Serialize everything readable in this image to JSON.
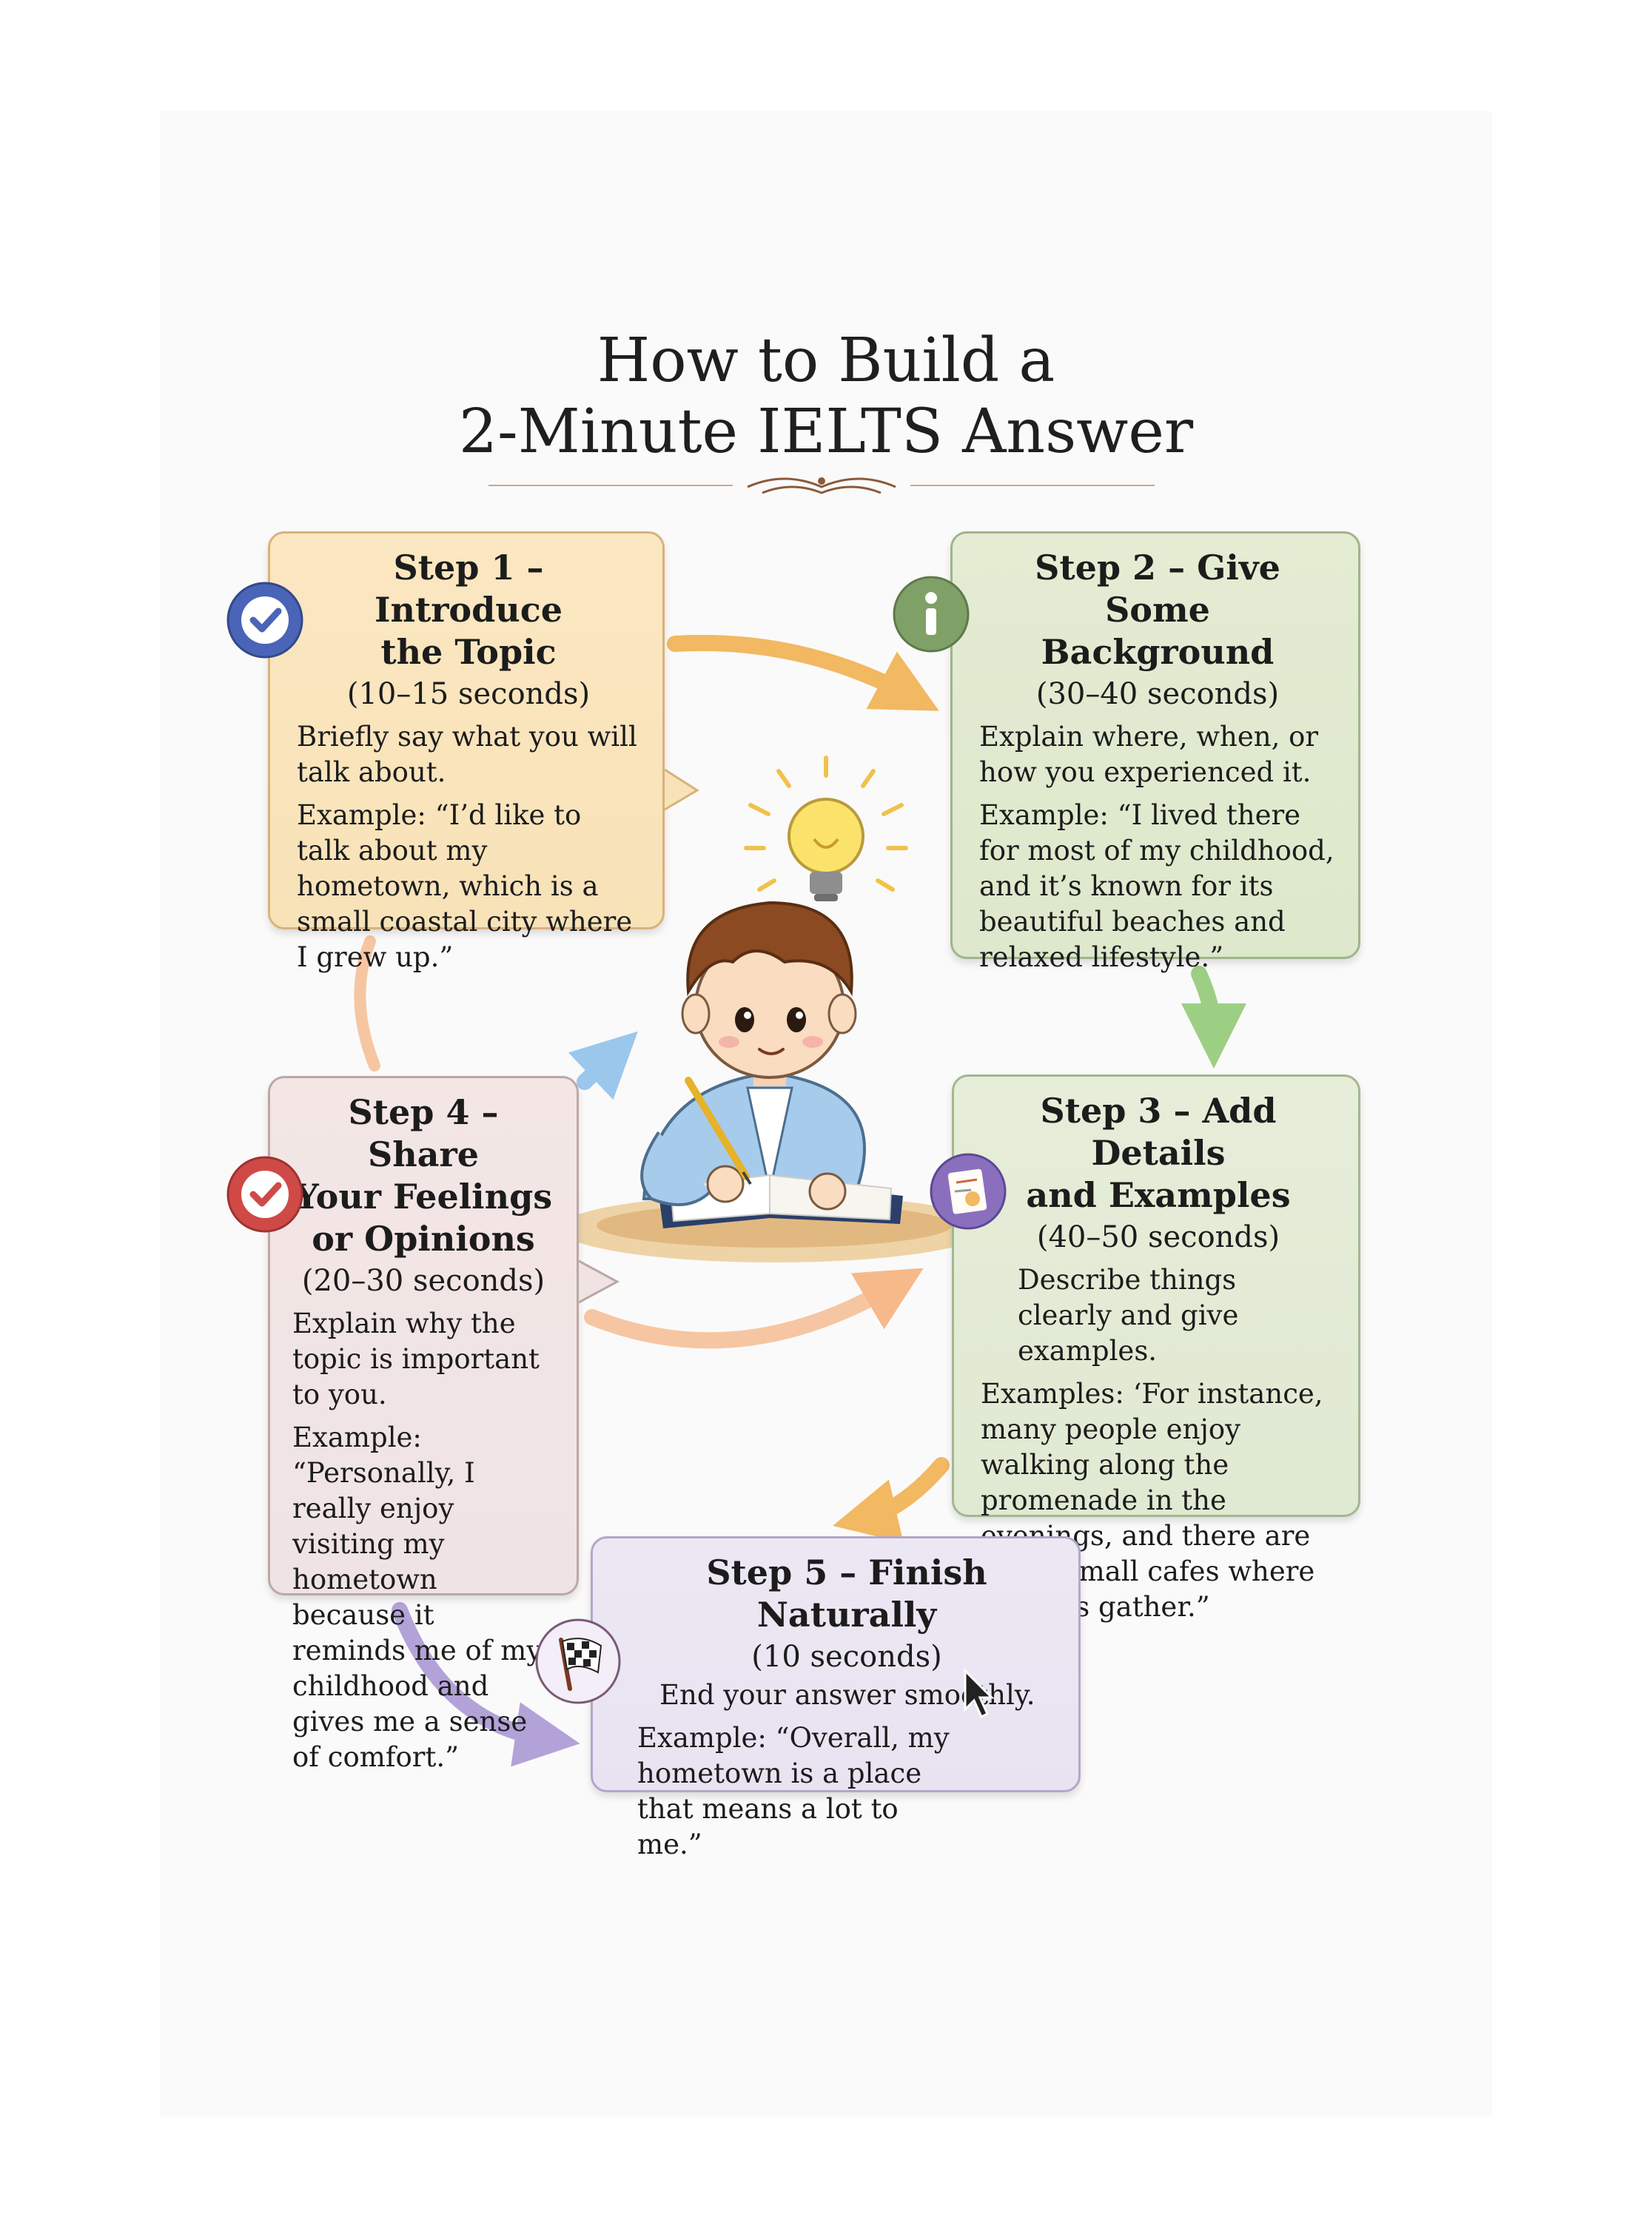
{
  "title": {
    "line1": "How to Build a",
    "line2": "2-Minute IELTS Answer"
  },
  "steps": [
    {
      "heading_line1": "Step 1 – Introduce",
      "heading_line2": "the Topic",
      "time": "(10–15 seconds)",
      "description": "Briefly say what you will talk about.",
      "example": "Example: “I’d like to talk about my hometown, which is a small coastal city where I grew up.”",
      "icon": "check-icon"
    },
    {
      "heading_line1": "Step 2 – Give Some",
      "heading_line2": "Background",
      "time": "(30–40 seconds)",
      "description": "Explain where, when, or how you experienced it.",
      "example": "Example: “I lived there for most of my childhood, and it’s known for its beautiful beaches and relaxed lifestyle.”",
      "icon": "info-icon"
    },
    {
      "heading_line1": "Step 3 – Add Details",
      "heading_line2": "and Examples",
      "time": "(40–50 seconds)",
      "description": "Describe things clearly and give examples.",
      "example": "Examples: ‘For instance, many people enjoy walking along the promenade in the evenings, and there are many small cafes where families gather.”",
      "icon": "notepad-icon"
    },
    {
      "heading_line1": "Step 4 – Share",
      "heading_line2": "Your Feelings",
      "heading_line3": "or Opinions",
      "time": "(20–30 seconds)",
      "description": "Explain why the topic is important to you.",
      "example": "Example: “Personally, I really enjoy visiting my hometown because it reminds me of my childhood and gives me a sense of comfort.”",
      "icon": "check-icon"
    },
    {
      "heading_line1": "Step 5 – Finish Naturally",
      "time": "(10 seconds)",
      "description": "End your answer smoothly.",
      "example": "Example: “Overall, my hometown is a place that means a lot to me.”",
      "icon": "checkered-flag-icon"
    }
  ],
  "colors": {
    "step1_fill": "#f9e4bc",
    "step2_fill": "#e0eacf",
    "step3_fill": "#e3ebd5",
    "step4_fill": "#f1e5e4",
    "step5_fill": "#eae6f2",
    "badge_blue": "#4a64b8",
    "badge_green": "#7fa066",
    "badge_red": "#cf4a47",
    "arrow_orange": "#f2b862",
    "arrow_green": "#9ccf84",
    "arrow_blue": "#9cc7ec",
    "arrow_peach": "#f6c6a2",
    "arrow_purple": "#b3a2d8"
  }
}
